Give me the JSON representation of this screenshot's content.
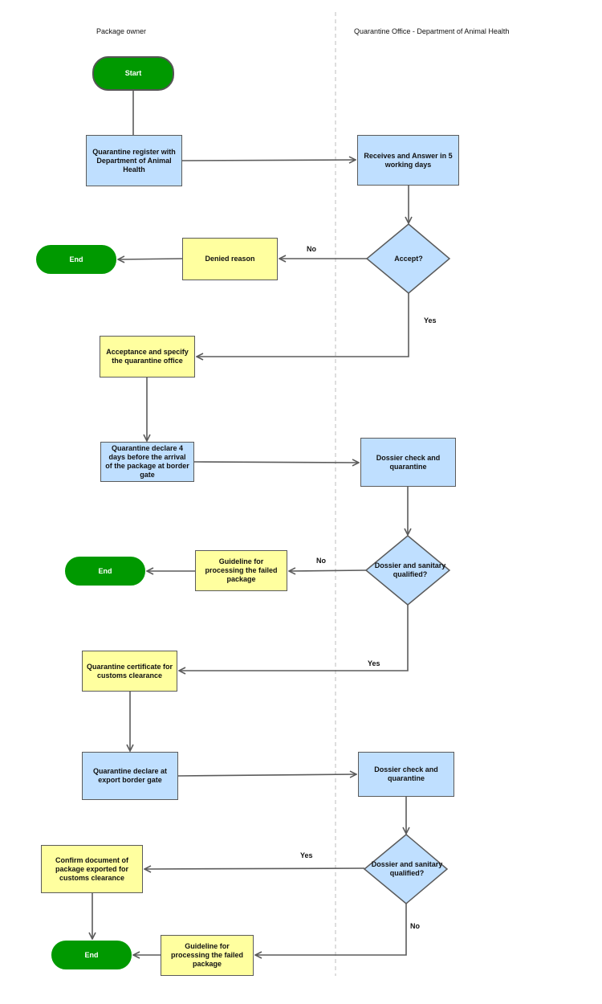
{
  "lanes": {
    "left": "Package owner",
    "right": "Quarantine Office - Department of Animal Health"
  },
  "colors": {
    "process_blue": "#bfdfff",
    "process_yellow": "#ffff9f",
    "terminal_green": "#009900",
    "connector": "#5b5b5b",
    "lane_divider": "#c8c8c8"
  },
  "nodes": {
    "start": "Start",
    "register": "Quarantine register with Department of Animal Health",
    "receive": "Receives and Answer in 5 working days",
    "accept": "Accept?",
    "denied": "Denied reason",
    "end1": "End",
    "acceptance": "Acceptance and specify the quarantine office",
    "declare4": "Quarantine declare 4 days before the arrival of the package at border gate",
    "dossier1": "Dossier check and quarantine",
    "qualified1": "Dossier and sanitary qualified?",
    "guideline1": "Guideline for processing the failed package",
    "end2": "End",
    "certificate": "Quarantine certificate for customs clearance",
    "declare_export": "Quarantine declare at export border gate",
    "dossier2": "Dossier check and quarantine",
    "qualified2": "Dossier and sanitary qualified?",
    "confirm": "Confirm document of package exported for customs clearance",
    "end3": "End",
    "guideline2": "Guideline for processing the failed package"
  },
  "edges": {
    "no1": "No",
    "yes1": "Yes",
    "no2": "No",
    "yes2": "Yes",
    "yes3": "Yes",
    "no3": "No"
  }
}
